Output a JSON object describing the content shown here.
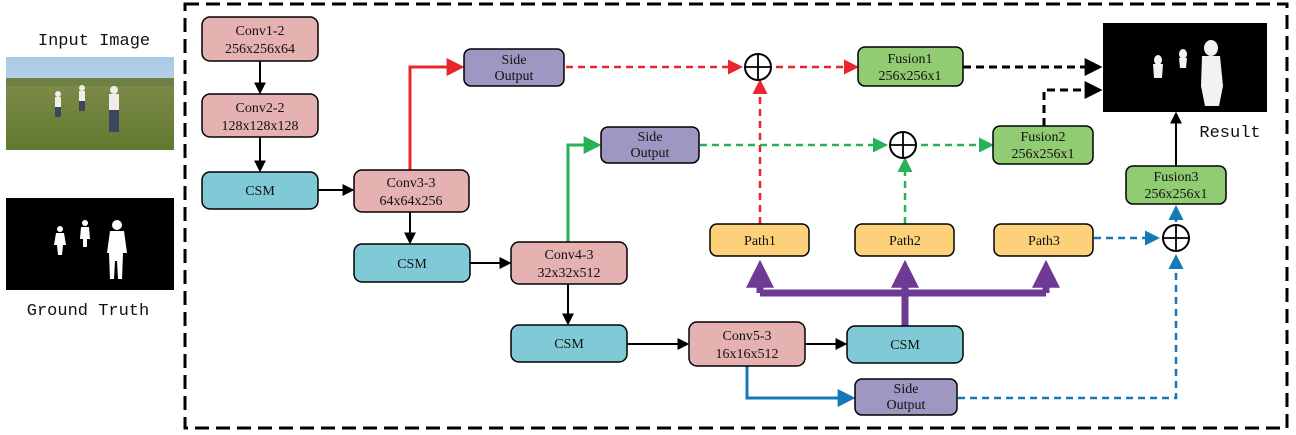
{
  "left_panel": {
    "input_label": "Input Image",
    "gt_label": "Ground Truth"
  },
  "result_label": "Result",
  "nodes": {
    "conv1": {
      "line1": "Conv1-2",
      "line2": "256x256x64"
    },
    "conv2": {
      "line1": "Conv2-2",
      "line2": "128x128x128"
    },
    "csm1": {
      "line1": "CSM"
    },
    "conv3": {
      "line1": "Conv3-3",
      "line2": "64x64x256"
    },
    "csm2": {
      "line1": "CSM"
    },
    "conv4": {
      "line1": "Conv4-3",
      "line2": "32x32x512"
    },
    "csm3": {
      "line1": "CSM"
    },
    "conv5": {
      "line1": "Conv5-3",
      "line2": "16x16x512"
    },
    "csm4": {
      "line1": "CSM"
    },
    "side1": {
      "line1": "Side",
      "line2": "Output"
    },
    "side2": {
      "line1": "Side",
      "line2": "Output"
    },
    "side3": {
      "line1": "Side",
      "line2": "Output"
    },
    "path1": {
      "line1": "Path1"
    },
    "path2": {
      "line1": "Path2"
    },
    "path3": {
      "line1": "Path3"
    },
    "fusion1": {
      "line1": "Fusion1",
      "line2": "256x256x1"
    },
    "fusion2": {
      "line1": "Fusion2",
      "line2": "256x256x1"
    },
    "fusion3": {
      "line1": "Fusion3",
      "line2": "256x256x1"
    }
  },
  "colors": {
    "conv": "#e6b1b1",
    "csm": "#7fcad6",
    "side": "#9f97c1",
    "path": "#fdd07a",
    "fusion": "#92cc72",
    "red": "#e8262b",
    "green": "#27b25a",
    "blue": "#1579b7",
    "purple": "#6d3a96"
  }
}
